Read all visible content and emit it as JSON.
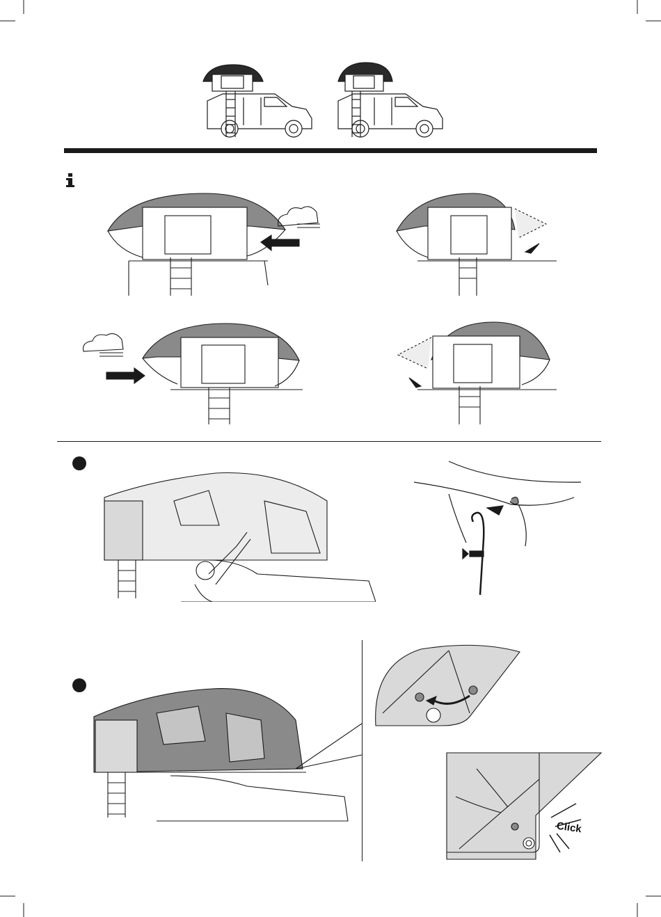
{
  "page": {
    "background": "#ffffff",
    "ink": "#1a1a1a",
    "tent_fill": "#8a8a8a",
    "panel_fill": "#d9d9d9"
  },
  "info_icon": "info-icon",
  "steps": [
    {
      "marker": "step-1-marker"
    },
    {
      "marker": "step-2-marker"
    }
  ],
  "detail": {
    "click_label": "Click"
  }
}
